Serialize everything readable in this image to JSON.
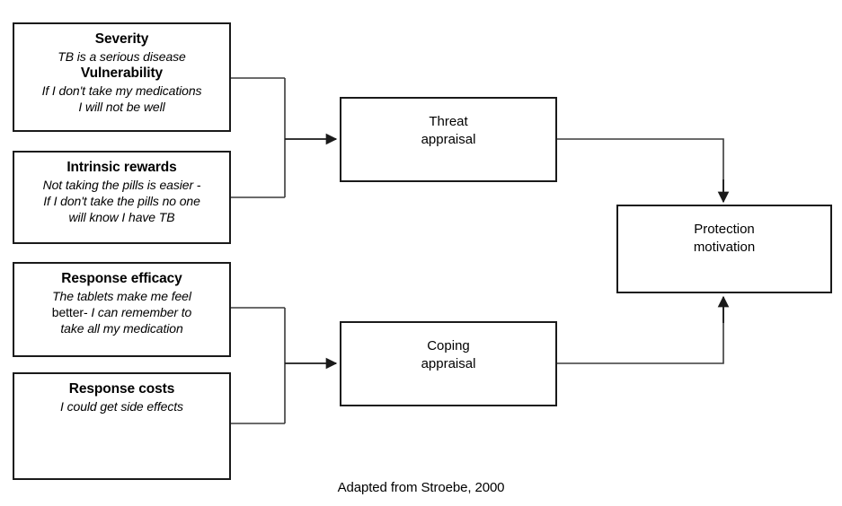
{
  "diagram": {
    "caption": "Adapted from Stroebe, 2000",
    "stroke_color": "#1a1a1a",
    "background_color": "#ffffff",
    "determinants": [
      {
        "id": "threat-determinants-upper",
        "title_1": "Severity",
        "desc_1": "TB is a serious disease",
        "title_2": "Vulnerability",
        "desc_2_line_1": "If I don't take my medications",
        "desc_2_line_2": "I will not be well"
      },
      {
        "id": "intrinsic-rewards",
        "title_1": "Intrinsic rewards",
        "desc_1_line_1": "Not taking the pills is easier  -",
        "desc_1_line_2": "If I don't take the pills no one",
        "desc_1_line_3": "will know I have TB"
      },
      {
        "id": "response-efficacy",
        "title_1": "Response efficacy",
        "desc_1_line_1": "The tablets make me feel",
        "desc_1_line_2_roman": "better-",
        "desc_1_line_2_italic": "I can remember to",
        "desc_1_line_3": "take all my medication"
      },
      {
        "id": "response-costs",
        "title_1": "Response costs",
        "desc_1": "I could get side effects"
      }
    ],
    "processes": [
      {
        "id": "threat-appraisal",
        "label_line_1": "Threat",
        "label_line_2": "appraisal"
      },
      {
        "id": "coping-appraisal",
        "label_line_1": "Coping",
        "label_line_2": "appraisal"
      }
    ],
    "outcome": {
      "id": "protection-motivation",
      "label_line_1": "Protection",
      "label_line_2": "motivation"
    }
  }
}
